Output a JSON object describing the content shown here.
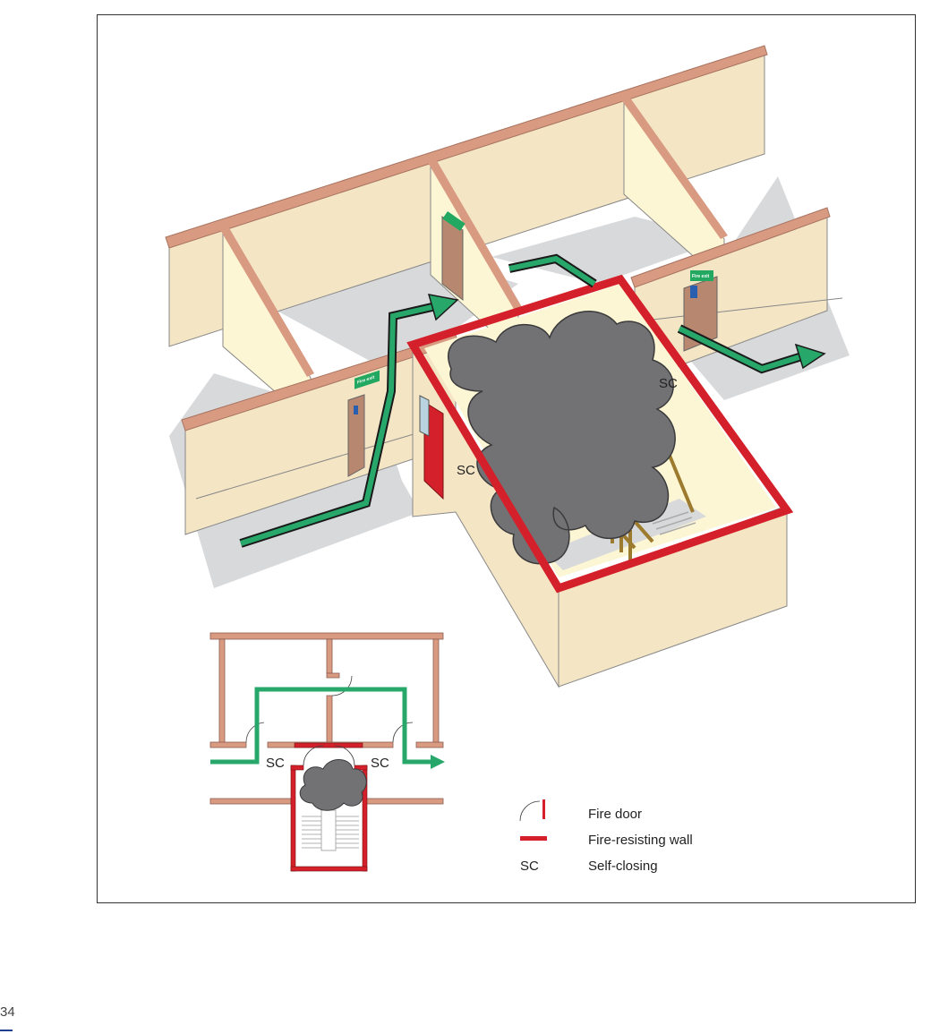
{
  "labels": {
    "sc_main_left": "SC",
    "sc_main_right": "SC",
    "sc_plan_left": "SC",
    "sc_plan_right": "SC"
  },
  "signs": {
    "fire_exit": "Fire exit"
  },
  "legend": {
    "items": [
      {
        "symbol": "fire-door",
        "label": "Fire door"
      },
      {
        "symbol": "fire-resisting-wall",
        "label": "Fire-resisting wall"
      },
      {
        "symbol": "SC",
        "label": "Self-closing"
      }
    ]
  },
  "page_number": "34",
  "colors": {
    "wall_top": "#d99a82",
    "wall_face": "#f4e5c5",
    "wall_inner": "#fdf6d4",
    "floor": "#d8d9db",
    "fire_wall": "#d4202a",
    "escape_route": "#27a86a",
    "smoke": "#727275",
    "stair": "#9c7a2e",
    "door": "#b88770"
  }
}
